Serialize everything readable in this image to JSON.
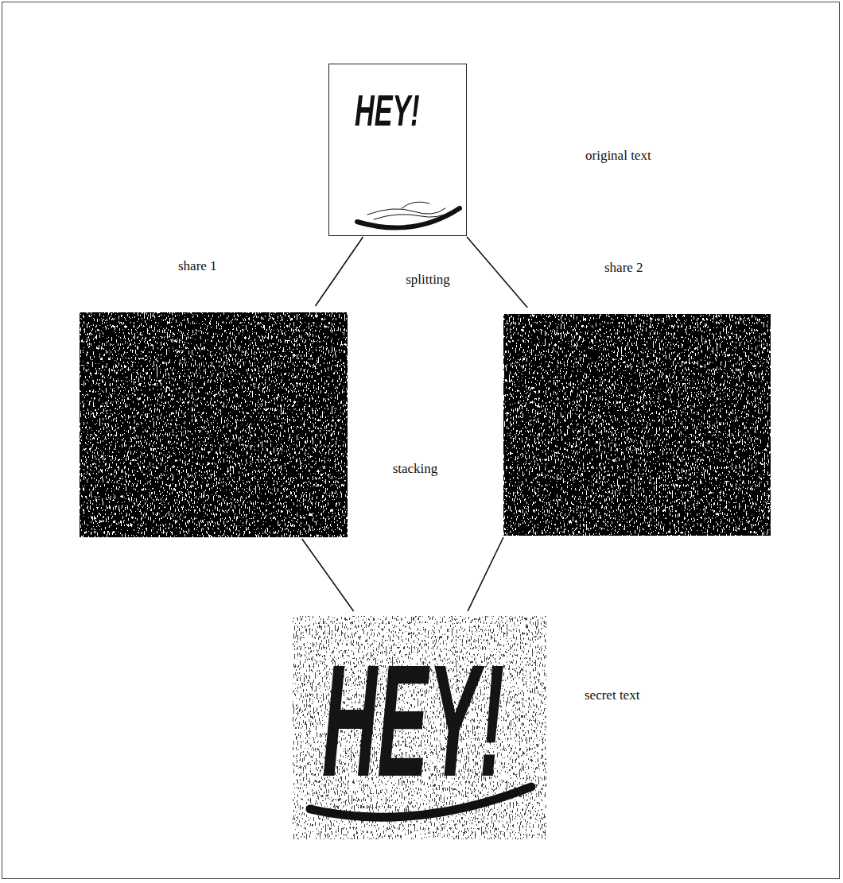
{
  "diagram": {
    "nodes": [
      {
        "text": [
          "HEY!",
          "original text"
        ]
      },
      {
        "text": [
          "share 1"
        ]
      },
      {
        "text": [
          "share 2"
        ]
      },
      {
        "text": [
          "HEY!",
          "secret text"
        ]
      }
    ],
    "edges": [
      {
        "from": 0,
        "to": 1,
        "arrow": "none"
      },
      {
        "from": 0,
        "to": 2,
        "arrow": "none"
      },
      {
        "from": 1,
        "to": 3,
        "arrow": "none"
      },
      {
        "from": 2,
        "to": 3,
        "arrow": "none"
      }
    ],
    "labels": [
      "splitting",
      "stacking"
    ]
  }
}
